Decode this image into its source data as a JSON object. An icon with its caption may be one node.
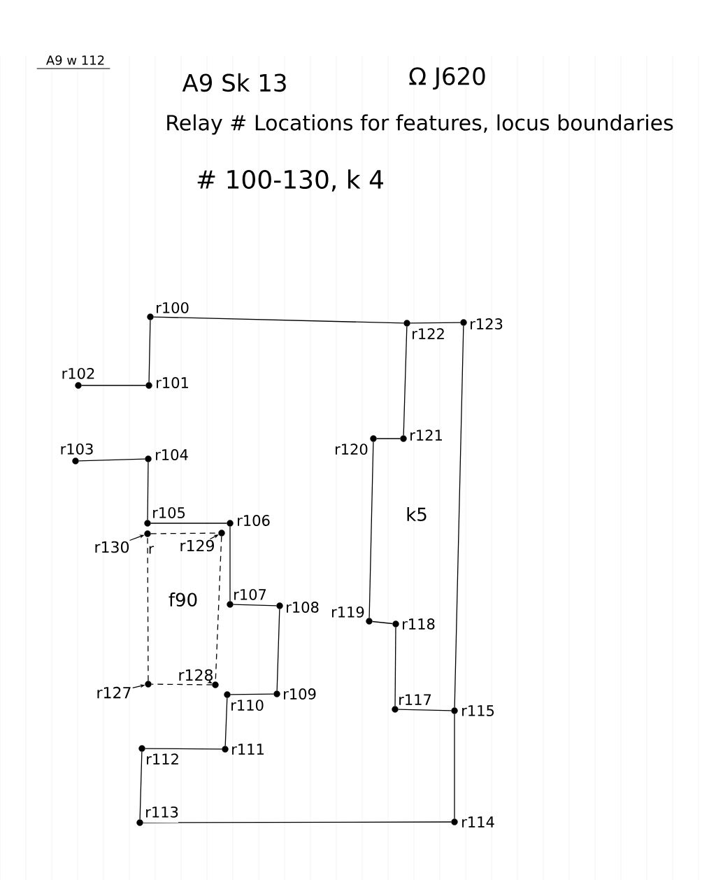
{
  "diagram": {
    "title": "Relay # Locations for features, locus boundaries",
    "nodes": [
      {
        "text": [],
        "shape": "circle",
        "beside": [
          "r100"
        ]
      },
      {
        "text": [],
        "shape": "circle",
        "beside": [
          "r101"
        ]
      },
      {
        "text": [],
        "shape": "circle",
        "beside": [
          "r102"
        ]
      },
      {
        "text": [],
        "shape": "circle",
        "beside": [
          "r103"
        ]
      },
      {
        "text": [],
        "shape": "circle",
        "beside": [
          "r104"
        ]
      },
      {
        "text": [],
        "shape": "circle",
        "beside": [
          "r105"
        ]
      },
      {
        "text": [],
        "shape": "circle",
        "beside": [
          "r106"
        ]
      },
      {
        "text": [],
        "shape": "circle",
        "beside": [
          "r107"
        ]
      },
      {
        "text": [],
        "shape": "circle",
        "beside": [
          "r108"
        ]
      },
      {
        "text": [],
        "shape": "circle",
        "beside": [
          "r109"
        ]
      },
      {
        "text": [],
        "shape": "circle",
        "beside": [
          "r110"
        ]
      },
      {
        "text": [],
        "shape": "circle",
        "beside": [
          "r111"
        ]
      },
      {
        "text": [],
        "shape": "circle",
        "beside": [
          "r112"
        ]
      },
      {
        "text": [],
        "shape": "circle",
        "beside": [
          "r113"
        ]
      },
      {
        "text": [],
        "shape": "circle",
        "beside": [
          "r114"
        ]
      },
      {
        "text": [],
        "shape": "circle",
        "beside": [
          "r115"
        ]
      },
      {
        "text": [],
        "shape": "circle",
        "beside": [
          "r117"
        ]
      },
      {
        "text": [],
        "shape": "circle",
        "beside": [
          "r118"
        ]
      },
      {
        "text": [],
        "shape": "circle",
        "beside": [
          "r119"
        ]
      },
      {
        "text": [],
        "shape": "circle",
        "beside": [
          "r120"
        ]
      },
      {
        "text": [],
        "shape": "circle",
        "beside": [
          "r121"
        ]
      },
      {
        "text": [],
        "shape": "circle",
        "beside": [
          "r122"
        ]
      },
      {
        "text": [],
        "shape": "circle",
        "beside": [
          "r123"
        ]
      },
      {
        "text": [],
        "shape": "circle"
      },
      {
        "text": [],
        "shape": "circle"
      },
      {
        "text": [],
        "shape": "circle"
      },
      {
        "text": [],
        "shape": "circle"
      },
      {
        "text": [
          "r127"
        ]
      },
      {
        "text": [
          "r128"
        ]
      },
      {
        "text": [
          "r129"
        ]
      },
      {
        "text": [
          "r130"
        ]
      }
    ],
    "edges": [
      {
        "from": 0,
        "to": 1,
        "arrow": "none"
      },
      {
        "from": 1,
        "to": 2,
        "arrow": "none"
      },
      {
        "from": 0,
        "to": 21,
        "arrow": "none"
      },
      {
        "from": 21,
        "to": 22,
        "arrow": "none"
      },
      {
        "from": 21,
        "to": 20,
        "arrow": "none"
      },
      {
        "from": 20,
        "to": 19,
        "arrow": "none"
      },
      {
        "from": 19,
        "to": 18,
        "arrow": "none"
      },
      {
        "from": 18,
        "to": 17,
        "arrow": "none"
      },
      {
        "from": 17,
        "to": 16,
        "arrow": "none"
      },
      {
        "from": 16,
        "to": 15,
        "arrow": "none"
      },
      {
        "from": 22,
        "to": 15,
        "arrow": "none"
      },
      {
        "from": 15,
        "to": 14,
        "arrow": "none"
      },
      {
        "from": 14,
        "to": 13,
        "arrow": "none"
      },
      {
        "from": 13,
        "to": 12,
        "arrow": "none"
      },
      {
        "from": 12,
        "to": 11,
        "arrow": "none"
      },
      {
        "from": 11,
        "to": 10,
        "arrow": "none"
      },
      {
        "from": 10,
        "to": 9,
        "arrow": "none"
      },
      {
        "from": 9,
        "to": 8,
        "arrow": "none"
      },
      {
        "from": 8,
        "to": 7,
        "arrow": "none"
      },
      {
        "from": 7,
        "to": 6,
        "arrow": "none"
      },
      {
        "from": 6,
        "to": 5,
        "arrow": "none"
      },
      {
        "from": 5,
        "to": 4,
        "arrow": "none"
      },
      {
        "from": 4,
        "to": 3,
        "arrow": "none"
      },
      {
        "from": 26,
        "to": 25,
        "arrow": "none",
        "style": "dashed"
      },
      {
        "from": 25,
        "to": 24,
        "arrow": "none",
        "style": "dashed"
      },
      {
        "from": 24,
        "to": 23,
        "arrow": "none",
        "style": "dashed"
      },
      {
        "from": 23,
        "to": 26,
        "arrow": "none",
        "style": "dashed"
      },
      {
        "from": 27,
        "to": 23,
        "arrow": "to"
      },
      {
        "from": 28,
        "to": 24,
        "arrow": "to"
      },
      {
        "from": 29,
        "to": 25,
        "arrow": "to"
      },
      {
        "from": 30,
        "to": 26,
        "arrow": "to"
      }
    ],
    "labels": [
      "A9 w 112",
      "A9 Sk 13",
      "Ω J620",
      "# 100-130, k 4",
      "r",
      "f90",
      "k5"
    ]
  }
}
